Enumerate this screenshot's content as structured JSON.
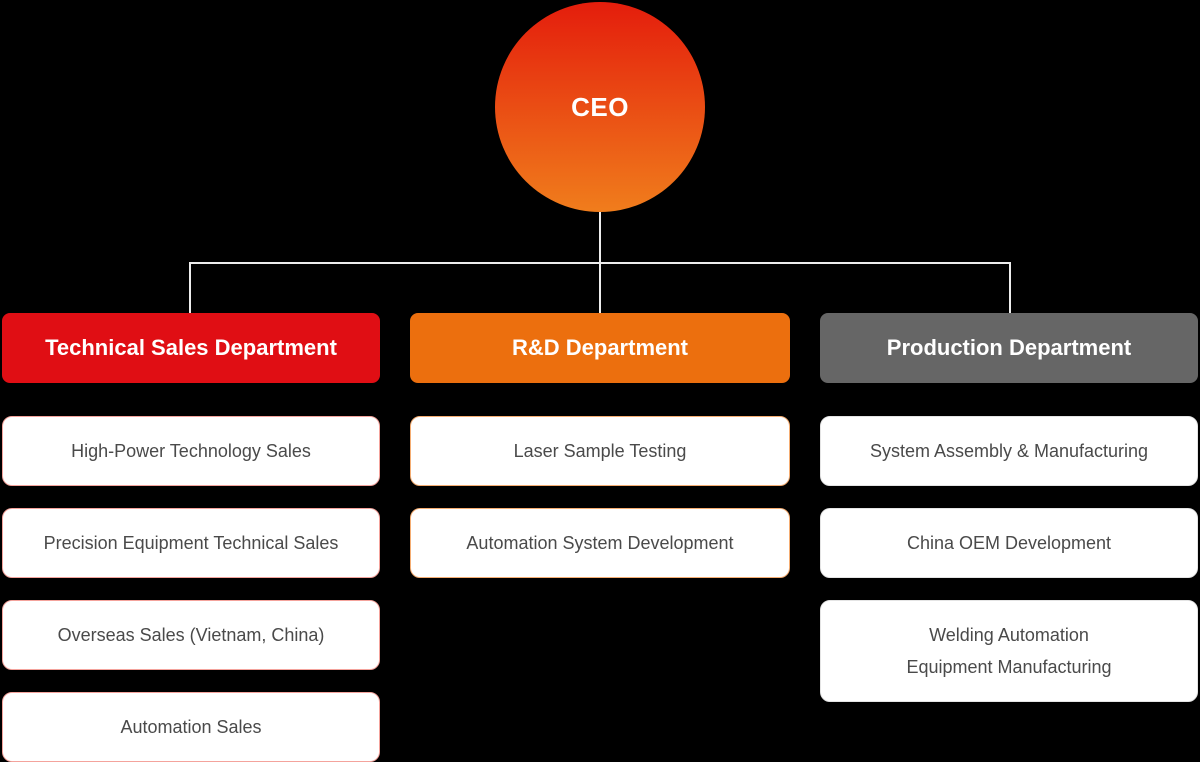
{
  "page": {
    "background": "#000000",
    "connector_color": "#ededed"
  },
  "ceo": {
    "label": "CEO",
    "gradient_top": "#e41d0c",
    "gradient_bottom": "#f07d1c"
  },
  "departments": [
    {
      "name": "Technical Sales Department",
      "header_color": "#e00e14",
      "item_border_color": "#f4a39c",
      "items": [
        "High-Power Technology Sales",
        "Precision Equipment Technical Sales",
        "Overseas Sales (Vietnam, China)",
        "Automation Sales"
      ]
    },
    {
      "name": "R&D Department",
      "header_color": "#ec6f0e",
      "item_border_color": "#f5ad72",
      "items": [
        "Laser Sample Testing",
        "Automation System Development"
      ]
    },
    {
      "name": "Production Department",
      "header_color": "#666666",
      "item_border_color": "#e4e4e4",
      "items": [
        "System Assembly & Manufacturing",
        "China OEM Development",
        "Welding Automation\nEquipment Manufacturing"
      ]
    }
  ]
}
